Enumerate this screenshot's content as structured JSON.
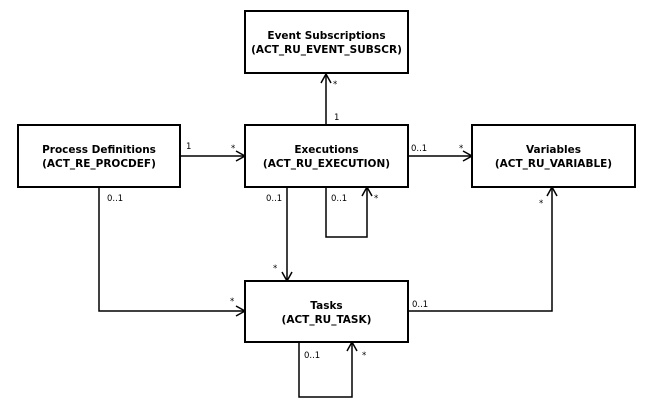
{
  "entities": {
    "event_subscriptions": {
      "name": "Event Subscriptions",
      "table": "(ACT_RU_EVENT_SUBSCR)"
    },
    "process_definitions": {
      "name": "Process Definitions",
      "table": "(ACT_RE_PROCDEF)"
    },
    "executions": {
      "name": "Executions",
      "table": "(ACT_RU_EXECUTION)"
    },
    "variables": {
      "name": "Variables",
      "table": "(ACT_RU_VARIABLE)"
    },
    "tasks": {
      "name": "Tasks",
      "table": "(ACT_RU_TASK)"
    }
  },
  "relations": {
    "execution_to_event_subscription": {
      "source": "1",
      "target": "*"
    },
    "procdef_to_execution": {
      "source": "1",
      "target": "*"
    },
    "execution_to_variable": {
      "source": "0..1",
      "target": "*"
    },
    "execution_self": {
      "source": "0..1",
      "target": "*"
    },
    "execution_to_task": {
      "source": "0..1",
      "target": "*"
    },
    "procdef_to_task": {
      "source": "0..1",
      "target": "*"
    },
    "task_to_variable": {
      "source": "0..1",
      "target": "*"
    },
    "task_self": {
      "source": "0..1",
      "target": "*"
    }
  }
}
